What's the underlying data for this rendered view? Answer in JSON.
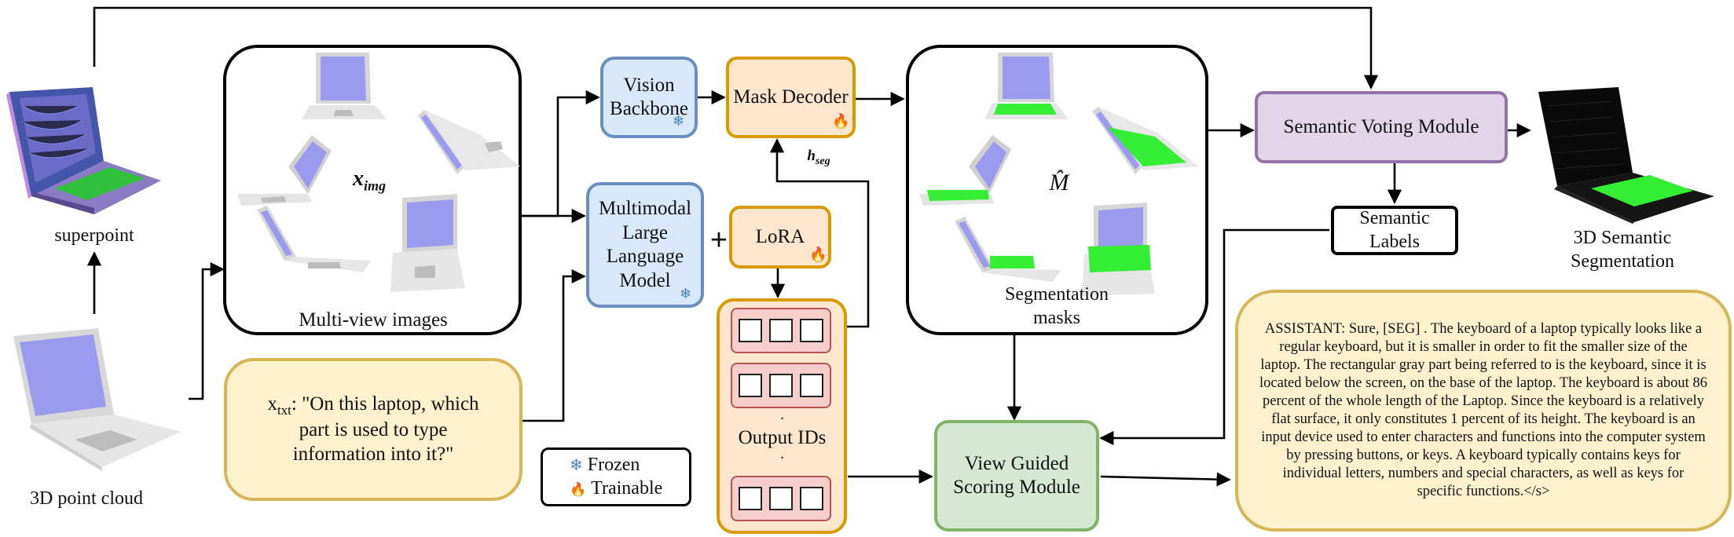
{
  "labels": {
    "superpoint": "superpoint",
    "point_cloud": "3D point cloud",
    "multiview": "Multi-view images",
    "x_img": "x",
    "x_img_sub": "img",
    "seg_masks": "Segmentation masks",
    "m_hat": "M̂",
    "h_seg": "h",
    "h_seg_sub": "seg",
    "output_ids": "Output IDs",
    "semantic_seg": "3D Semantic Segmentation"
  },
  "boxes": {
    "vision_backbone": "Vision Backbone",
    "mask_decoder": "Mask Decoder",
    "mllm": "Multimodal Large Language Model",
    "lora": "LoRA",
    "semantic_voting": "Semantic Voting Module",
    "semantic_labels": "Semantic Labels",
    "view_guided": "View Guided Scoring Module"
  },
  "plus": "+",
  "query": {
    "prefix": "x",
    "prefix_sub": "txt",
    "text": ": \"On this laptop, which part is used to type information into it?\""
  },
  "legend": {
    "frozen": "Frozen",
    "trainable": "Trainable"
  },
  "icons": {
    "frozen": "snowflake-icon",
    "trainable": "fire-icon"
  },
  "answer": "ASSISTANT: Sure, [SEG] . The keyboard of a laptop typically looks like a regular keyboard, but it is smaller in order to fit the smaller size of the laptop. The rectangular gray part being referred to is the keyboard, since it is located below the screen, on the base of the laptop. The keyboard is about 86 percent of the whole length of the Laptop. Since the keyboard is a relatively flat surface, it only constitutes 1 percent of its height. The keyboard is an input device used to enter characters and functions into the computer system by pressing buttons, or keys. A keyboard typically contains keys for individual letters, numbers and special characters, as well as keys for specific functions.</s>",
  "colors": {
    "highlight": "#33ee33",
    "screen": "#9a9aee",
    "laptop": "#e4e4e4"
  }
}
